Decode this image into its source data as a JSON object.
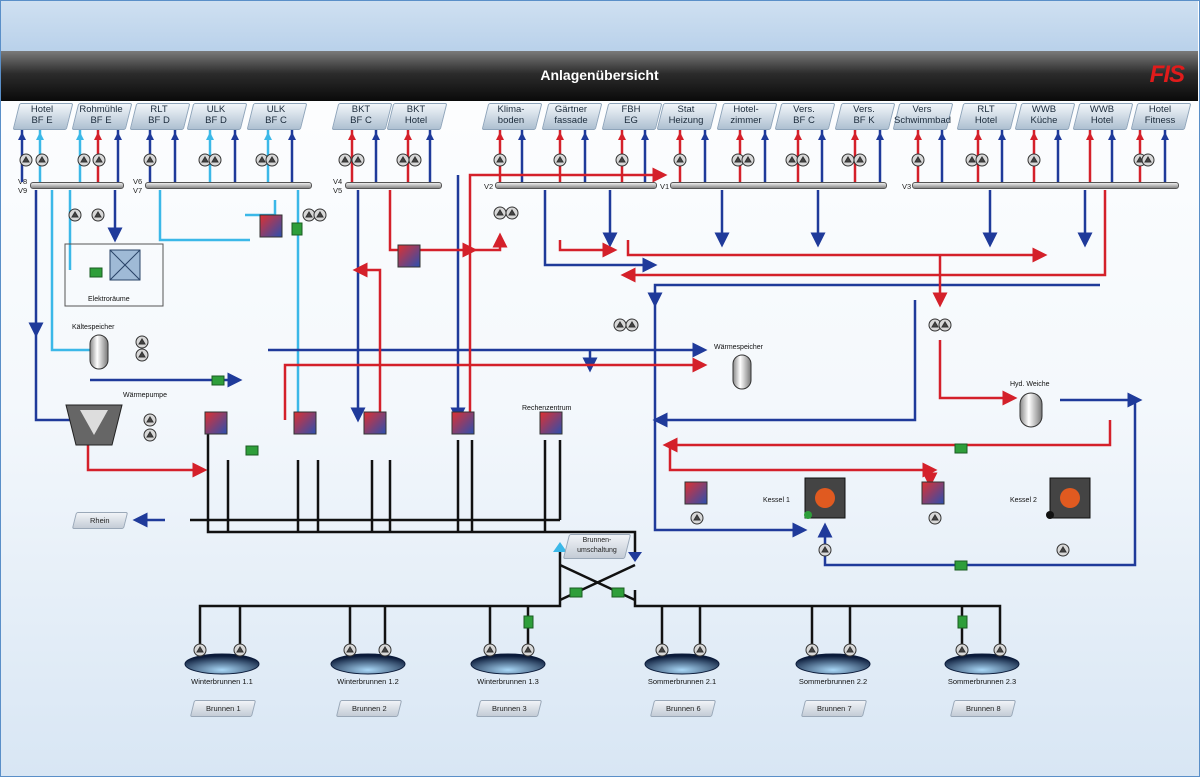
{
  "header": {
    "title": "Anlagenübersicht",
    "logo_text": "FIS"
  },
  "tabs": [
    {
      "line1": "Hotel",
      "line2": "BF E"
    },
    {
      "line1": "Rohmühle",
      "line2": "BF E"
    },
    {
      "line1": "RLT",
      "line2": "BF D"
    },
    {
      "line1": "ULK",
      "line2": "BF D"
    },
    {
      "line1": "ULK",
      "line2": "BF C"
    },
    {
      "line1": "BKT",
      "line2": "BF C"
    },
    {
      "line1": "BKT",
      "line2": "Hotel"
    },
    {
      "line1": "Klima-",
      "line2": "boden"
    },
    {
      "line1": "Gärtner",
      "line2": "fassade"
    },
    {
      "line1": "FBH",
      "line2": "EG"
    },
    {
      "line1": "Stat",
      "line2": "Heizung"
    },
    {
      "line1": "Hotel-",
      "line2": "zimmer"
    },
    {
      "line1": "Vers.",
      "line2": "BF C"
    },
    {
      "line1": "Vers.",
      "line2": "BF K"
    },
    {
      "line1": "Vers",
      "line2": "Schwimmbad"
    },
    {
      "line1": "RLT",
      "line2": "Hotel"
    },
    {
      "line1": "WWB",
      "line2": "Küche"
    },
    {
      "line1": "WWB",
      "line2": "Hotel"
    },
    {
      "line1": "Hotel",
      "line2": "Fitness"
    }
  ],
  "bus_labels": {
    "v8": "V8",
    "v9": "V9",
    "v6": "V6",
    "v7": "V7",
    "v4": "V4",
    "v5": "V5",
    "v2": "V2",
    "v1": "V1",
    "v3": "V3"
  },
  "components": {
    "elektro": "Elektroräume",
    "kaeltespeicher": "Kältespeicher",
    "waermepumpe": "Wärmepumpe",
    "waermespeicher": "Wärmespeicher",
    "hyd_weiche": "Hyd. Weiche",
    "rechenzentrum": "Rechenzentrum",
    "kessel1": "Kessel 1",
    "kessel2": "Kessel 2",
    "rhein": "Rhein",
    "brunnenumschaltung": "Brunnen-\numschaltung"
  },
  "wells": [
    {
      "name": "Winterbrunnen 1.1",
      "button": "Brunnen 1"
    },
    {
      "name": "Winterbrunnen 1.2",
      "button": "Brunnen 2"
    },
    {
      "name": "Winterbrunnen 1.3",
      "button": "Brunnen 3"
    },
    {
      "name": "Sommerbrunnen 2.1",
      "button": "Brunnen 6"
    },
    {
      "name": "Sommerbrunnen 2.2",
      "button": "Brunnen 7"
    },
    {
      "name": "Sommerbrunnen 2.3",
      "button": "Brunnen 8"
    }
  ],
  "colors": {
    "supply_hot": "#d4202a",
    "return_blue": "#1f3a9a",
    "cold": "#3bb8e8",
    "well": "#111111",
    "valve_green": "#2e9e3a"
  }
}
